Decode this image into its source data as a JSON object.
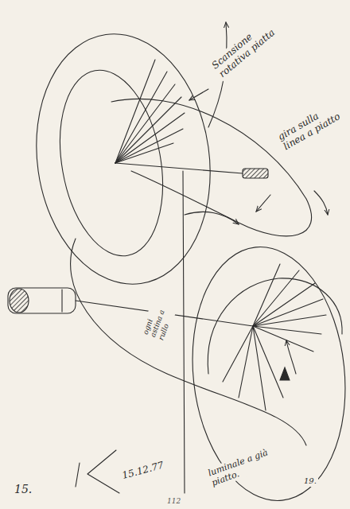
{
  "diagram": {
    "labels": [
      "Scansione rotativa piatta",
      "gira sulla linea a piatto",
      "ogni astina a rullo",
      "15.12.77",
      "15.",
      "luminale a già piatto.",
      "19.",
      "112"
    ]
  }
}
